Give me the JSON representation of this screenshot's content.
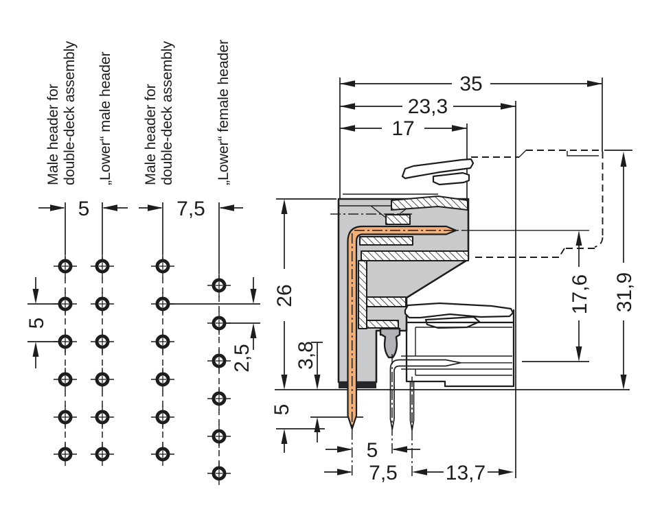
{
  "drawing": {
    "left": {
      "labels": [
        {
          "lines": [
            "Male header for",
            "double-deck assembly"
          ]
        },
        {
          "lines": [
            "„Lower“ male header"
          ]
        },
        {
          "lines": [
            "Male header for",
            "double-deck assembly"
          ]
        },
        {
          "lines": [
            "„Lower“ female header"
          ]
        }
      ],
      "dims": {
        "col_pitch": "5",
        "col_pitch_wide": "7,5",
        "row_pitch": "5",
        "row_offset": "2,5"
      }
    },
    "section": {
      "dims": {
        "width_total": "35",
        "width_body": "23,3",
        "width_front": "17",
        "height_body": "26",
        "standoff": "3,8",
        "pin_below": "5",
        "height_total": "31,9",
        "height_mid": "17,6",
        "pitch_a": "5",
        "pitch_b": "7,5",
        "depth": "13,7"
      }
    },
    "colors": {
      "housing": "#c9cacc",
      "housing_dark": "#b2b3b6",
      "pin": "#f2b076",
      "line": "#1d1d1f"
    }
  }
}
